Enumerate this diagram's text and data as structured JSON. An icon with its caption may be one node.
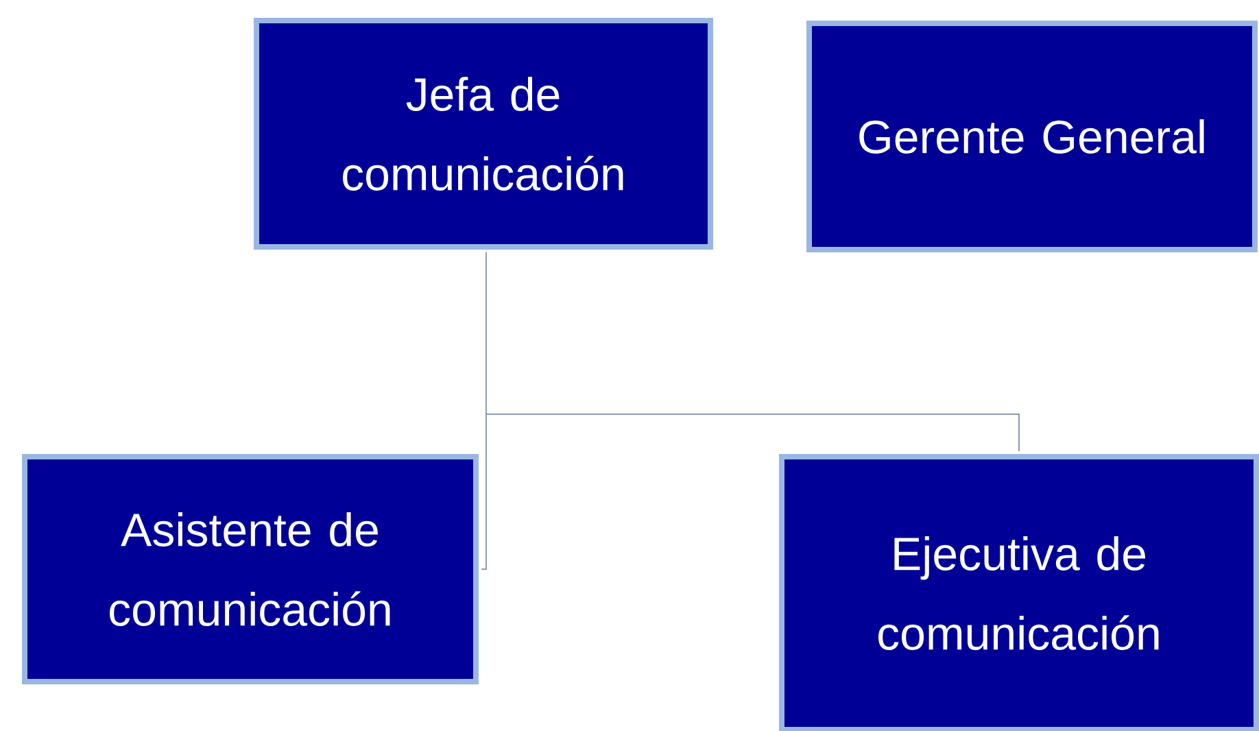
{
  "diagram": {
    "nodes": [
      {
        "text": [
          "Jefa de comunicación"
        ]
      },
      {
        "text": [
          "Gerente General"
        ]
      },
      {
        "text": [
          "Asistente de comunicación"
        ]
      },
      {
        "text": [
          "Ejecutiva de comunicación"
        ]
      }
    ],
    "edges": [
      {
        "from": 0,
        "to": 2,
        "arrow": "none"
      },
      {
        "from": 0,
        "to": 3,
        "arrow": "none"
      }
    ]
  }
}
